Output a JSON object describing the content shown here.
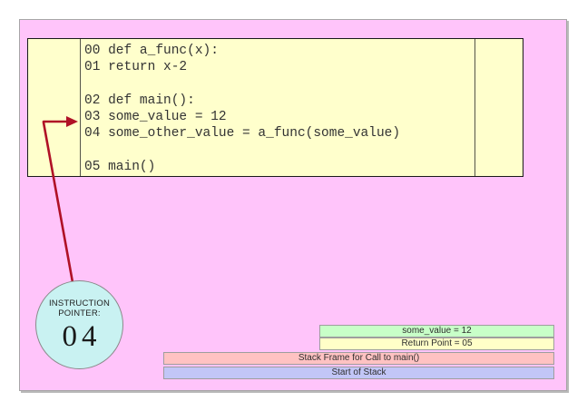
{
  "diagram": {
    "code_panel": {
      "lines": [
        "00 def a_func(x):",
        "01 return x-2",
        "",
        "02 def main():",
        "03 some_value = 12",
        "04 some_other_value = a_func(some_value)",
        "",
        "05 main()"
      ]
    },
    "instruction_pointer": {
      "label_line1": "INSTRUCTION",
      "label_line2": "POINTER:",
      "value": "04"
    },
    "stack": {
      "items": [
        {
          "label": "some_value = 12",
          "color": "#c8ffc8"
        },
        {
          "label": "Return Point = 05",
          "color": "#ffffc8"
        },
        {
          "label": "Stack Frame for Call to main()",
          "color": "#ffc2c2"
        },
        {
          "label": "Start of Stack",
          "color": "#c2c6f7"
        }
      ]
    },
    "colors": {
      "slide_background": "#ffc4fa",
      "code_panel_background": "#ffffcc",
      "pointer_circle_background": "#c9f2f2",
      "arrow": "#b01126"
    }
  }
}
